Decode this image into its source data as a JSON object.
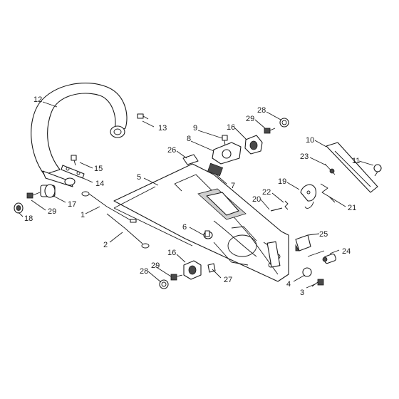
{
  "diagram": {
    "callouts": {
      "n1": "1",
      "n2": "2",
      "n3": "3",
      "n4": "4",
      "n5": "5",
      "n6": "6",
      "n7": "7",
      "n8": "8",
      "n9": "9",
      "n10": "10",
      "n11": "11",
      "n12": "12",
      "n13": "13",
      "n14": "14",
      "n15": "15",
      "n16a": "16",
      "n16b": "16",
      "n17": "17",
      "n18": "18",
      "n19": "19",
      "n20": "20",
      "n21": "21",
      "n22": "22",
      "n23": "23",
      "n24": "24",
      "n25": "25",
      "n26": "26",
      "n27": "27",
      "n28a": "28",
      "n28b": "28",
      "n29a": "29",
      "n29b": "29",
      "n29c": "29"
    }
  }
}
